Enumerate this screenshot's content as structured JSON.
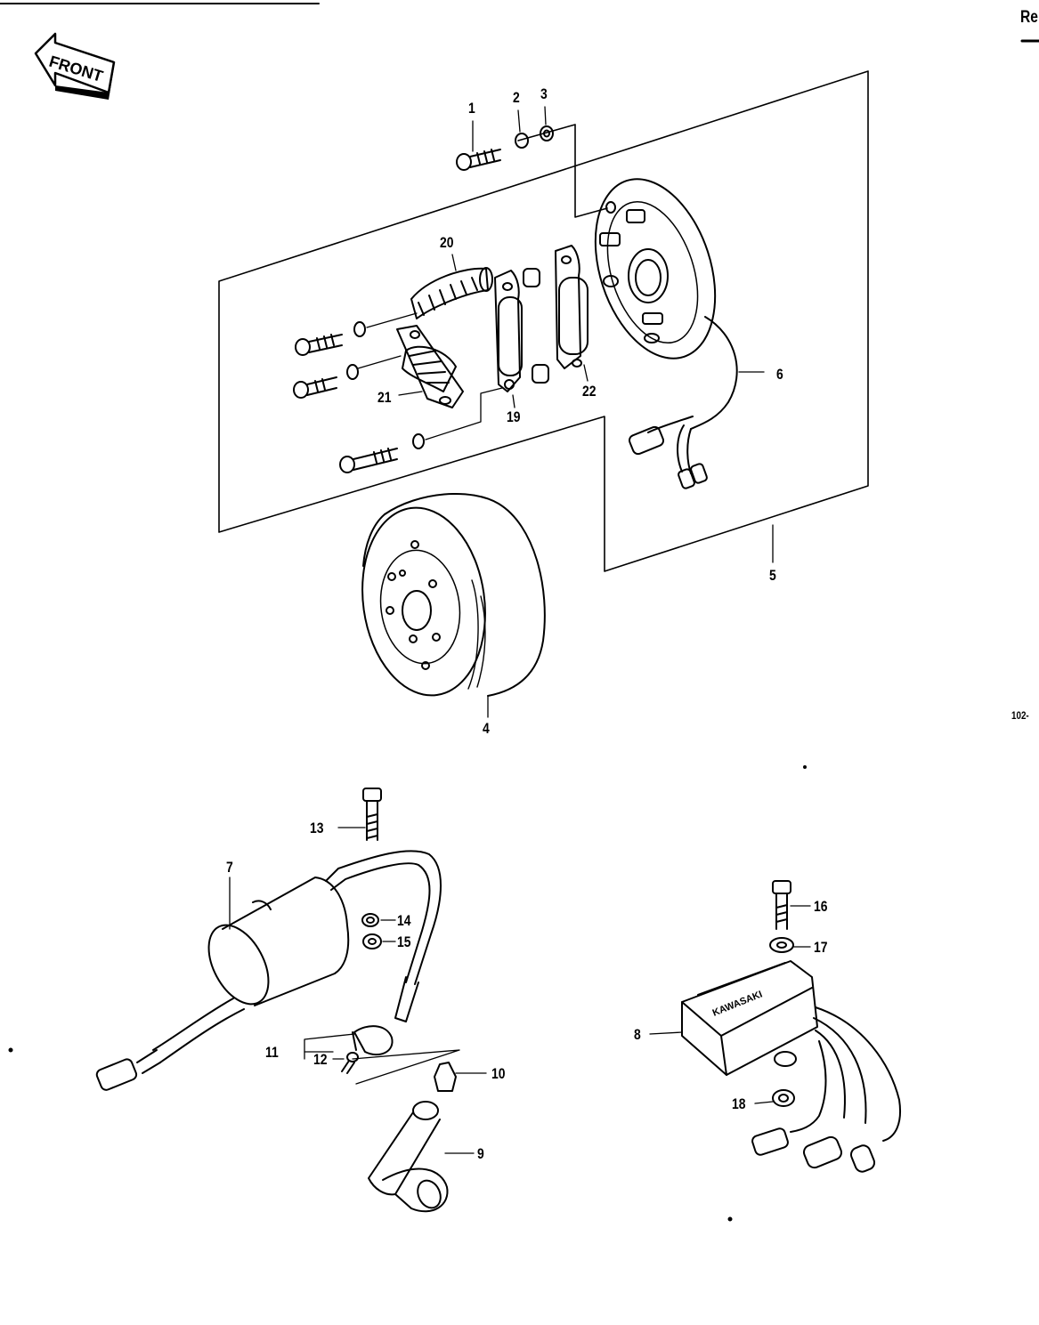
{
  "header": {
    "corner_text": "Re",
    "front_badge": "FRONT",
    "ref_code": "102-"
  },
  "brand_on_box": "KAWASAKI",
  "callouts": {
    "c1": "1",
    "c2": "2",
    "c3": "3",
    "c4": "4",
    "c5": "5",
    "c6": "6",
    "c7": "7",
    "c8": "8",
    "c9": "9",
    "c10": "10",
    "c11": "11",
    "c12": "12",
    "c13": "13",
    "c14": "14",
    "c15": "15",
    "c16": "16",
    "c17": "17",
    "c18": "18",
    "c19": "19",
    "c20": "20",
    "c21": "21",
    "c22": "22"
  }
}
